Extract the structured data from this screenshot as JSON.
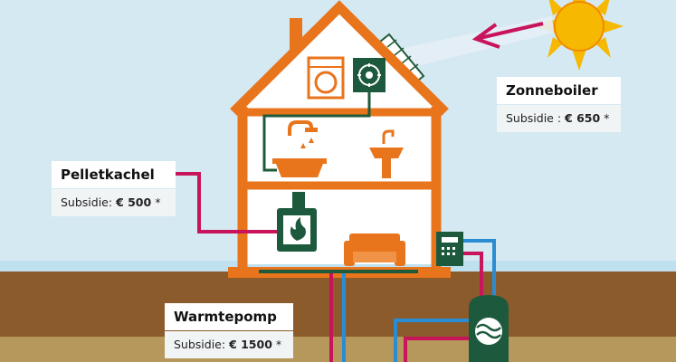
{
  "labels": {
    "zonneboiler": {
      "title": "Zonneboiler",
      "subsidy_prefix": "Subsidie : ",
      "subsidy_amount": "€ 650",
      "subsidy_suffix": " *"
    },
    "pelletkachel": {
      "title": "Pelletkachel",
      "subsidy_prefix": "Subsidie: ",
      "subsidy_amount": "€ 500",
      "subsidy_suffix": " *"
    },
    "warmtepomp": {
      "title": "Warmtepomp",
      "subsidy_prefix": "Subsidie: ",
      "subsidy_amount": "€ 1500",
      "subsidy_suffix": " *"
    }
  },
  "colors": {
    "sky": "#d5e9f2",
    "ground": "#8b5a2b",
    "ground_deep": "#b7955a",
    "house_frame": "#e8741c",
    "house_fill": "#ffffff",
    "pipe_hot": "#c8145a",
    "pipe_cold": "#2a8dd4",
    "pipe_green": "#1f5a3a",
    "appliance_green": "#1d5a3d",
    "sun": "#f6b800"
  }
}
